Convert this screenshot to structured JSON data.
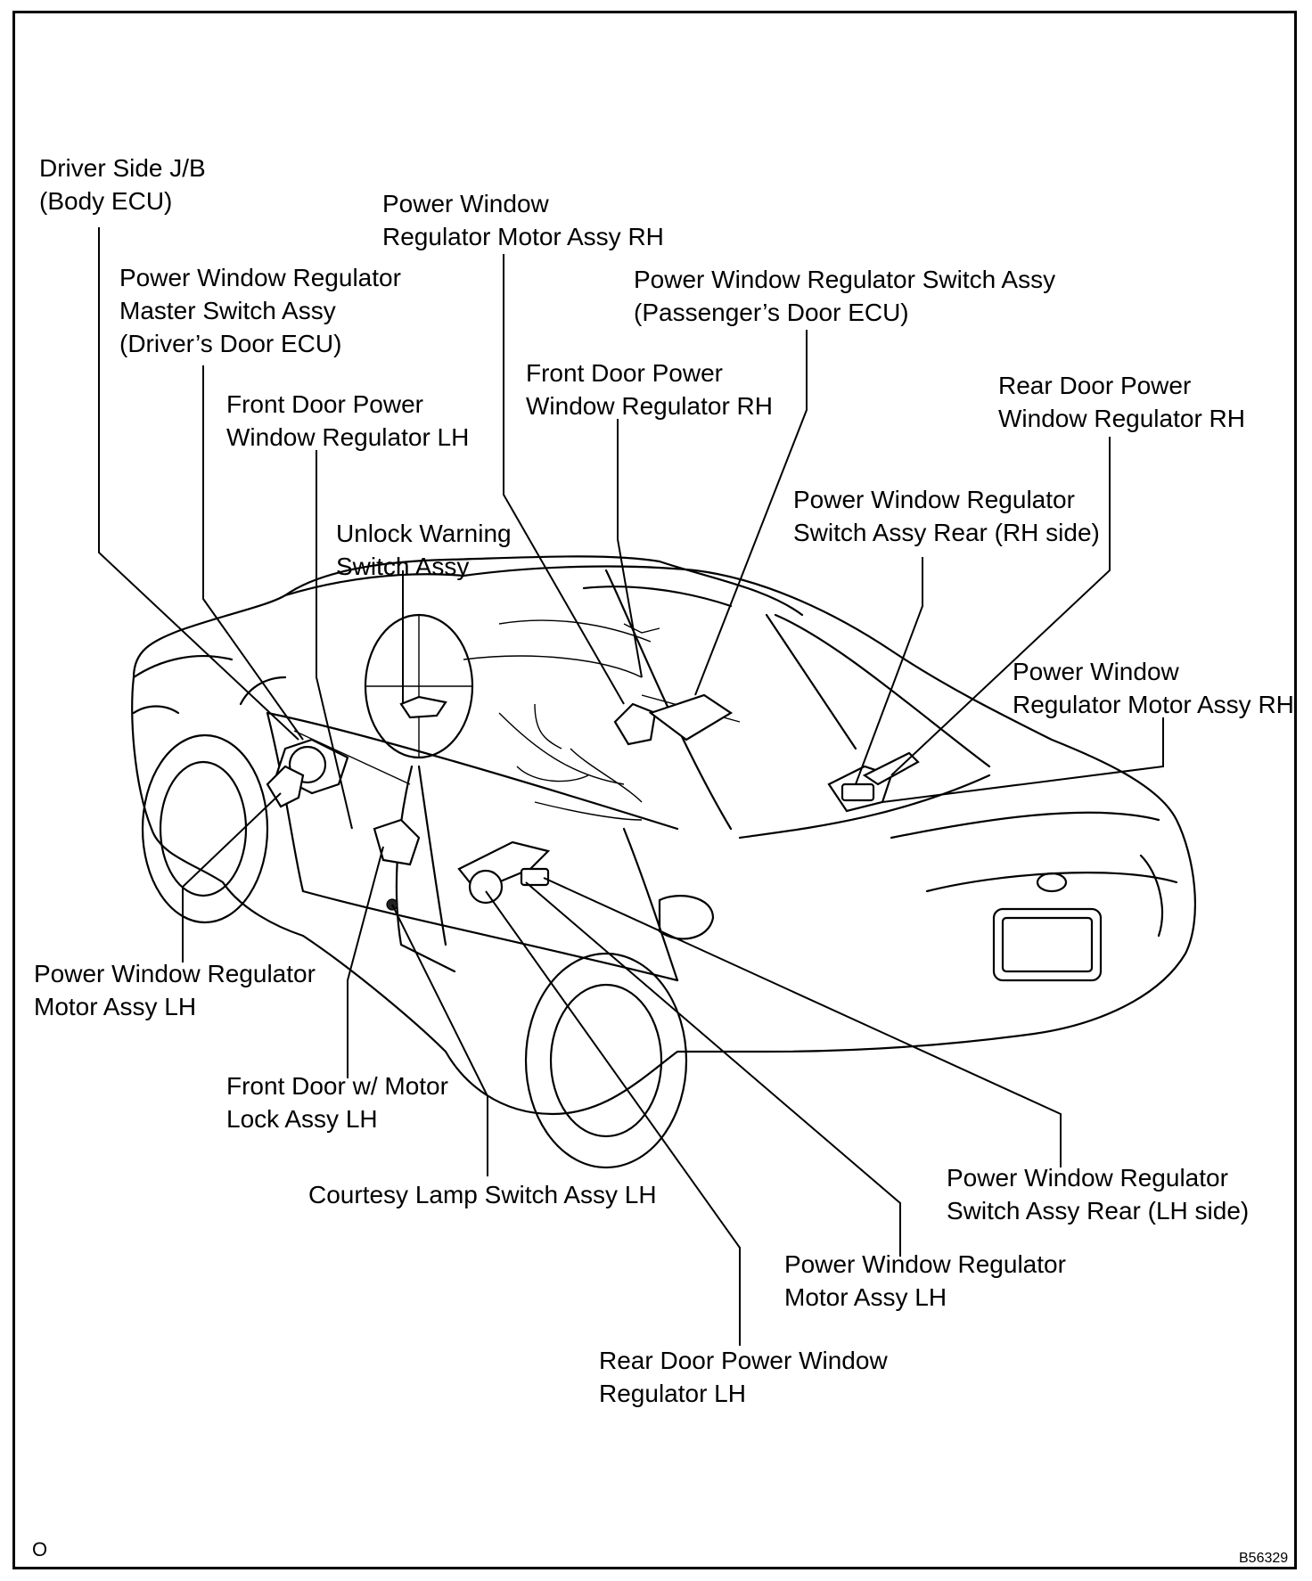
{
  "labels": [
    {
      "id": "driver-side-jb",
      "lines": [
        "Driver Side J/B",
        " (Body ECU)"
      ]
    },
    {
      "id": "pw-motor-rh-top",
      "lines": [
        "Power Window",
        "Regulator Motor Assy RH"
      ]
    },
    {
      "id": "pw-master-switch",
      "lines": [
        "Power Window Regulator",
        "Master Switch Assy",
        "(Driver’s Door ECU)"
      ]
    },
    {
      "id": "pw-switch-passenger",
      "lines": [
        "Power Window Regulator Switch Assy",
        "(Passenger’s Door ECU)"
      ]
    },
    {
      "id": "front-door-pw-reg-rh",
      "lines": [
        "Front Door Power",
        "Window Regulator RH"
      ]
    },
    {
      "id": "rear-door-pw-reg-rh",
      "lines": [
        "Rear Door Power",
        "Window Regulator RH"
      ]
    },
    {
      "id": "front-door-pw-reg-lh",
      "lines": [
        "Front  Door  Power",
        "Window Regulator LH"
      ]
    },
    {
      "id": "pw-switch-rear-rh",
      "lines": [
        "Power Window Regulator",
        "Switch Assy Rear (RH side)"
      ]
    },
    {
      "id": "unlock-warning-switch",
      "lines": [
        "Unlock Warning",
        "Switch Assy"
      ]
    },
    {
      "id": "pw-motor-rh-right",
      "lines": [
        "Power Window",
        "Regulator Motor Assy RH"
      ]
    },
    {
      "id": "pw-motor-lh-left",
      "lines": [
        "Power Window Regulator",
        "Motor Assy LH"
      ]
    },
    {
      "id": "front-door-motor-lock",
      "lines": [
        "Front Door w/ Motor",
        "Lock Assy LH"
      ]
    },
    {
      "id": "courtesy-lamp-switch",
      "lines": [
        "Courtesy Lamp Switch Assy LH"
      ]
    },
    {
      "id": "pw-switch-rear-lh",
      "lines": [
        "Power Window Regulator",
        "Switch Assy Rear (LH side)"
      ]
    },
    {
      "id": "pw-motor-lh-bottom",
      "lines": [
        "Power Window Regulator",
        "Motor Assy LH"
      ]
    },
    {
      "id": "rear-door-pw-reg-lh",
      "lines": [
        "Rear Door Power Window",
        "Regulator LH"
      ]
    }
  ],
  "footer": {
    "corner_mark": "O",
    "figure_code": "B56329"
  }
}
